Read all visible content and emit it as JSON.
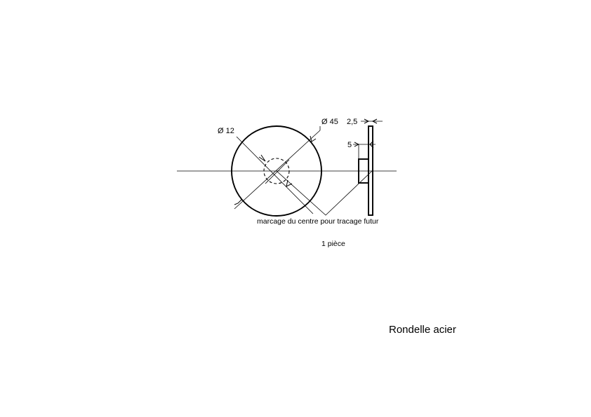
{
  "drawing": {
    "labels": {
      "outer_diameter": "Ø 45",
      "inner_diameter": "Ø 12",
      "thickness": "2,5",
      "boss_height": "5",
      "note": "marcage du centre pour tracage futur",
      "quantity": "1 pièce",
      "title": "Rondelle acier"
    }
  }
}
